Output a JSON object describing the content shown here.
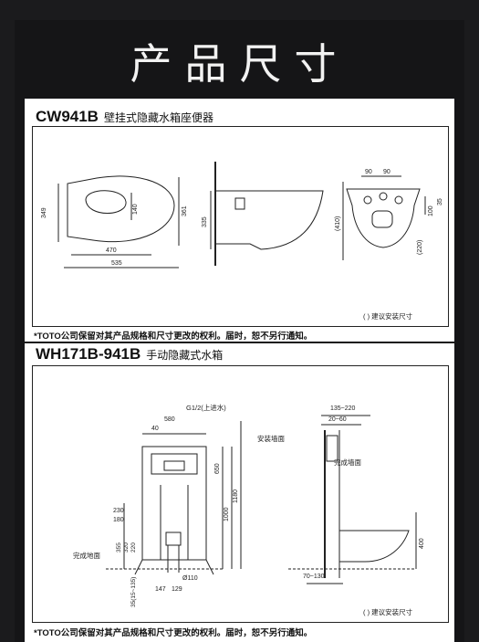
{
  "header": {
    "title": "产品尺寸"
  },
  "section1": {
    "model": "CW941B",
    "desc": "壁挂式隐藏水箱座便器",
    "legend": "( ) 建议安装尺寸",
    "footnote": "*TOTO公司保留对其产品规格和尺寸更改的权利。届时，恕不另行通知。",
    "dims": {
      "d349": "349",
      "d140": "140",
      "d361": "361",
      "d470": "470",
      "d535": "535",
      "d335": "335",
      "d90a": "90",
      "d90b": "90",
      "d100": "100",
      "d35": "35",
      "d410": "(410)",
      "d220": "(220)"
    }
  },
  "section2": {
    "model": "WH171B-941B",
    "desc": "手动隐藏式水箱",
    "legend": "( ) 建议安装尺寸",
    "footnote": "*TOTO公司保留对其产品规格和尺寸更改的权利。届时，恕不另行通知。",
    "labels": {
      "inlet": "G1/2(上进水)",
      "wall_install": "安装墙面",
      "wall_finish": "完成墙面",
      "floor_finish": "完成地面"
    },
    "dims": {
      "d580": "580",
      "d40": "40",
      "d650": "650",
      "d1000": "1000",
      "d1180": "1180",
      "d230": "230",
      "d180": "180",
      "d355": "355",
      "d320": "320",
      "d220": "220",
      "d110": "Ø110",
      "d147": "147",
      "d129": "129",
      "d35r": "35(15~135)",
      "d135": "135~220",
      "d20": "20~60",
      "d400": "400",
      "d70": "70~130"
    }
  }
}
